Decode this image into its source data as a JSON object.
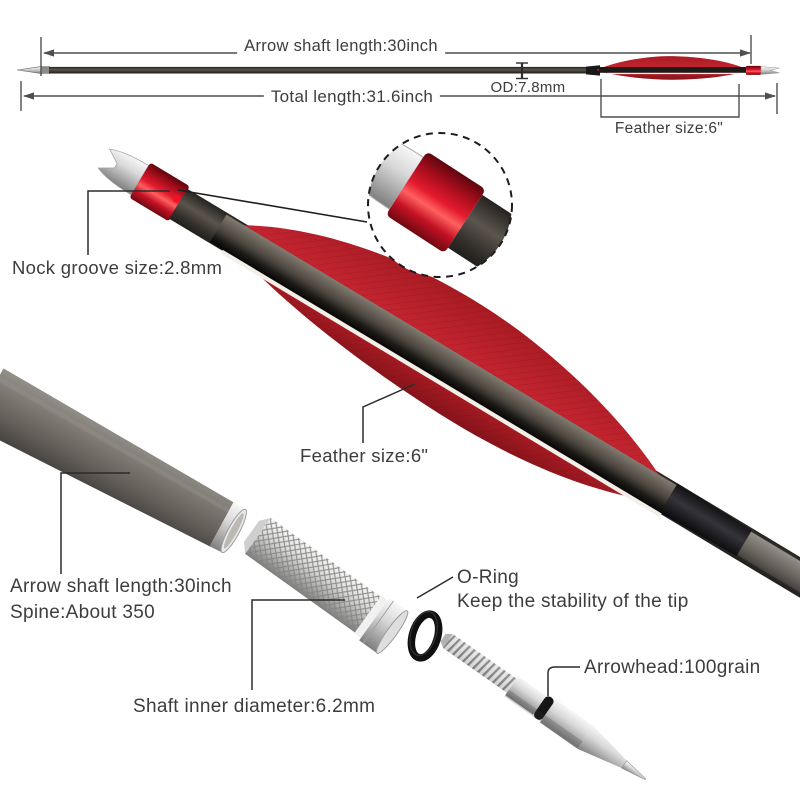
{
  "top_view": {
    "shaft_length_label": "Arrow shaft length:30inch",
    "total_length_label": "Total length:31.6inch",
    "outer_diameter_label": "OD:7.8mm",
    "feather_size_label": "Feather size:6\""
  },
  "detail_view": {
    "nock_groove_label": "Nock groove size:2.8mm",
    "feather_size_label": "Feather size:6\""
  },
  "parts_view": {
    "shaft_length_label": "Arrow shaft length:30inch",
    "spine_label": "Spine:About 350",
    "inner_diameter_label": "Shaft inner diameter:6.2mm",
    "oring_title": "O-Ring",
    "oring_description": "Keep the stability of the tip",
    "arrowhead_label": "Arrowhead:100grain"
  },
  "colors": {
    "feather_red": "#b5202a",
    "collar_red": "#d8212f",
    "carbon_dark": "#3a3734",
    "silver": "#c7c7c7",
    "text": "#3d3d3d",
    "line": "#4a4a4a",
    "background": "#ffffff"
  }
}
